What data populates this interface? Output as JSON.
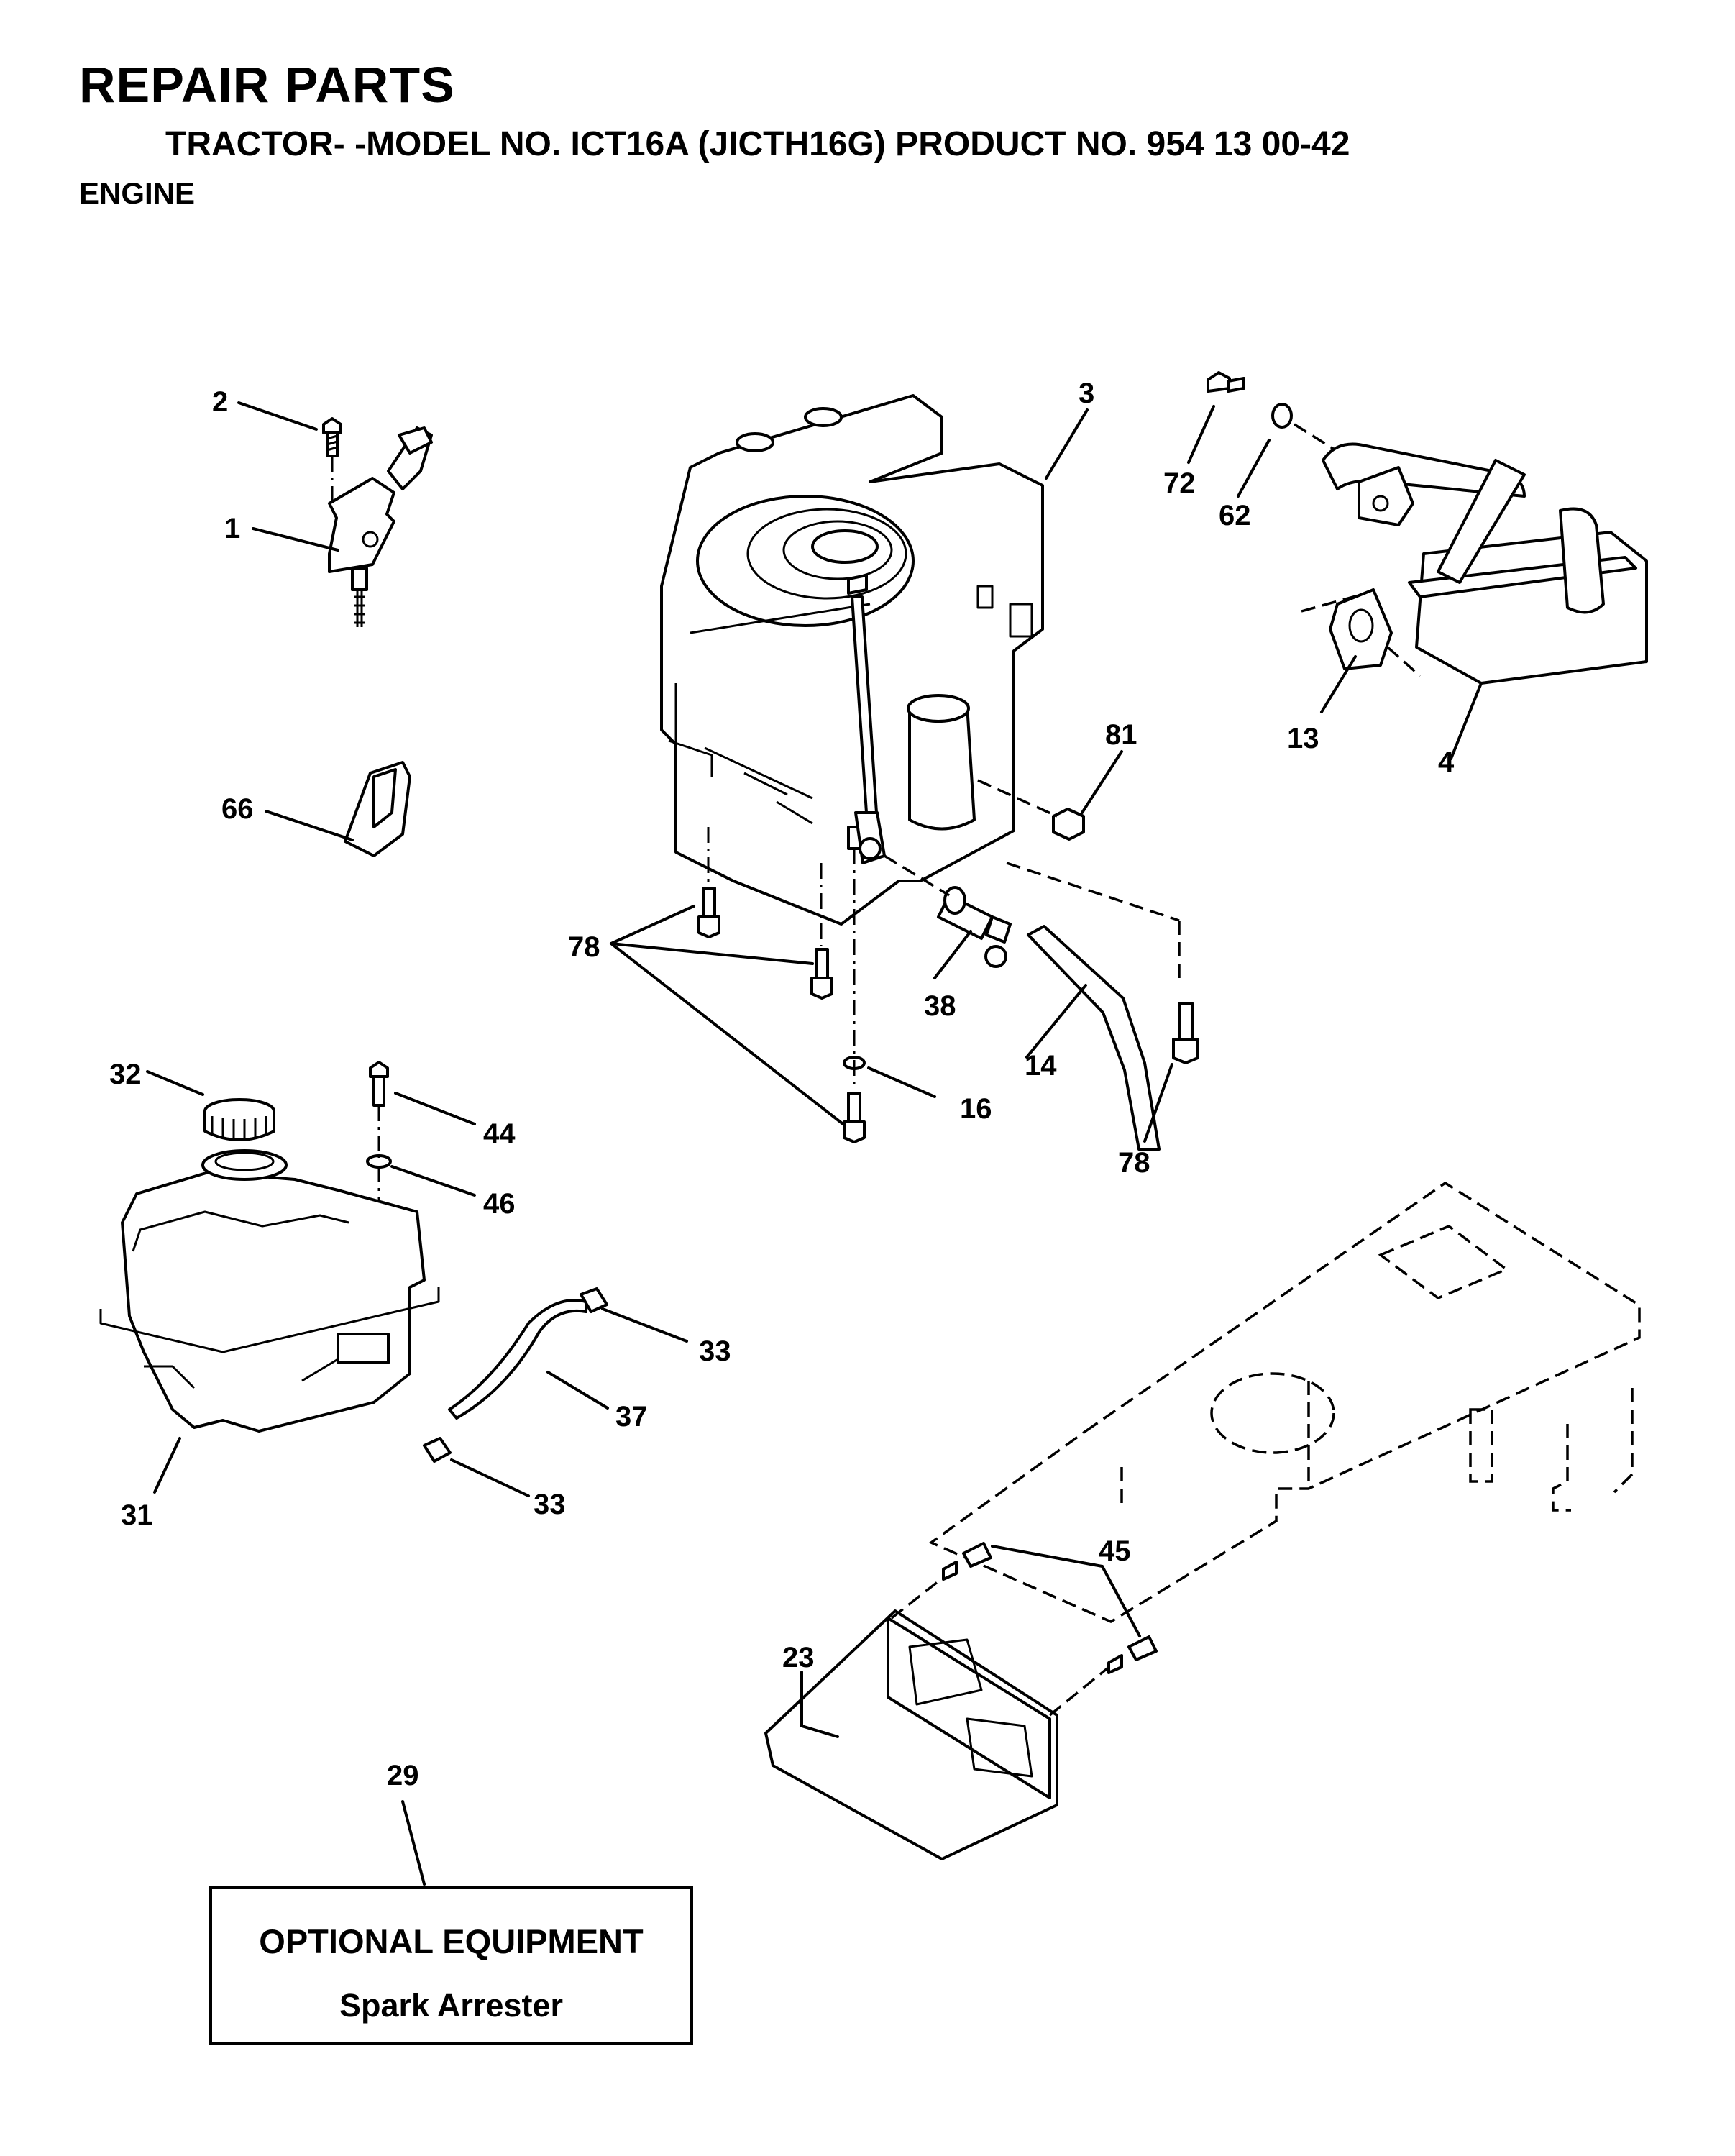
{
  "header": {
    "title": "REPAIR PARTS",
    "subtitle": "TRACTOR- -MODEL NO. ICT16A (JICTH16G) PRODUCT NO. 954 13 00-42",
    "section": "ENGINE"
  },
  "callouts": {
    "c1": "1",
    "c2": "2",
    "c3": "3",
    "c4": "4",
    "c13": "13",
    "c14": "14",
    "c16": "16",
    "c23": "23",
    "c29": "29",
    "c31": "31",
    "c32": "32",
    "c33a": "33",
    "c33b": "33",
    "c37": "37",
    "c38": "38",
    "c44": "44",
    "c45": "45",
    "c46": "46",
    "c62": "62",
    "c66": "66",
    "c72": "72",
    "c78a": "78",
    "c78b": "78",
    "c81": "81"
  },
  "optional_equipment": {
    "title": "OPTIONAL EQUIPMENT",
    "item": "Spark Arrester"
  }
}
